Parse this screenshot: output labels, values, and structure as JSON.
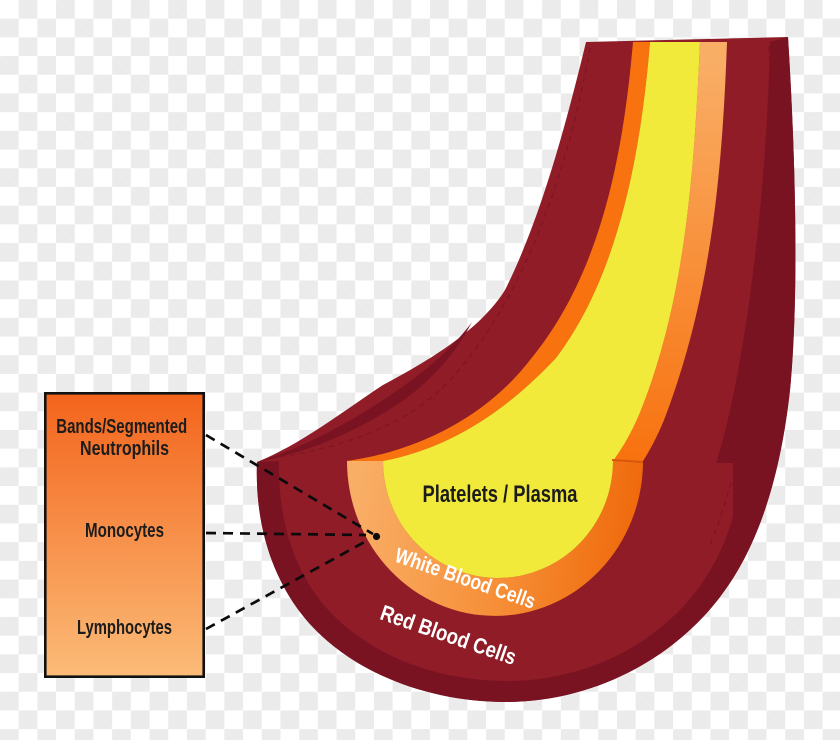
{
  "diagram": {
    "vessel_labels": {
      "platelets_plasma": "Platelets / Plasma",
      "white_blood_cells": "White Blood Cells",
      "red_blood_cells": "Red Blood Cells"
    },
    "legend": {
      "items": [
        {
          "line1": "Bands/Segmented",
          "line2": "Neutrophils"
        },
        {
          "line1": "Monocytes"
        },
        {
          "line1": "Lymphocytes"
        }
      ]
    }
  },
  "colors": {
    "red_blood_cells_main": "#8F1C27",
    "red_blood_cells_shadow": "#7A1321",
    "white_blood_cells_bright": "#F8720F",
    "white_blood_cells_peach": "#F9AE66",
    "white_blood_cells_mid": "#F68D35",
    "white_blood_cells_deep": "#EF6708",
    "plasma_yellow": "#F2EA3B",
    "cut_seam_orange": "#D8570F",
    "legend_gradient_top": "#F3641C",
    "legend_gradient_bottom": "#FBBC78",
    "legend_border": "#111111",
    "label_dark": "#1C1C1C",
    "label_light": "#FFFFFF",
    "connector_black": "#0B0B0B",
    "checker_gray": "#EBEBEB",
    "checker_white": "#FFFFFF"
  }
}
